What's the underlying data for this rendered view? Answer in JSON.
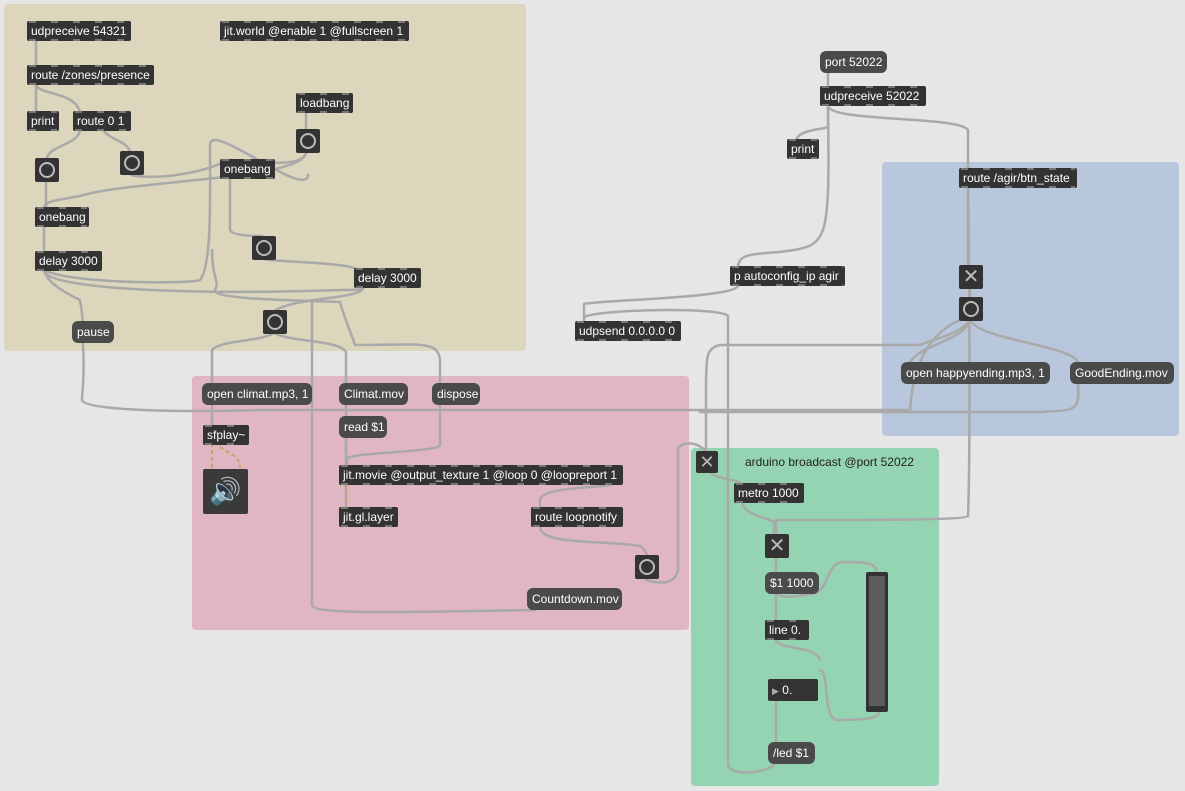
{
  "colors": {
    "panel_presence": "#dcd6bc",
    "panel_movie": "#e0b6c3",
    "panel_button": "#b8c7dc",
    "panel_arduino": "#95d4b3",
    "patch_cord": "#a9a9a9"
  },
  "objects": {
    "udpreceive_54321": "udpreceive 54321",
    "jit_world": "jit.world @enable 1 @fullscreen 1",
    "route_presence": "route /zones/presence",
    "print_1": "print",
    "route_01": "route 0 1",
    "loadbang": "loadbang",
    "onebang_1": "onebang",
    "onebang_2": "onebang",
    "delay_1": "delay 3000",
    "delay_2": "delay 3000",
    "sfplay": "sfplay~",
    "jit_movie": "jit.movie @output_texture 1 @loop 0 @loopreport 1",
    "jit_gl_layer": "jit.gl.layer",
    "route_loopnotify": "route loopnotify",
    "udpreceive_52022": "udpreceive 52022",
    "print_2": "print",
    "p_autoconfig": "p autoconfig_ip agir",
    "udpsend": "udpsend 0.0.0.0 0",
    "route_btn_state": "route /agir/btn_state",
    "metro": "metro 1000",
    "line": "line 0."
  },
  "messages": {
    "pause": "pause",
    "open_climat": "open climat.mp3, 1",
    "climat_mov": "Climat.mov",
    "dispose": "dispose",
    "read": "read $1",
    "countdown": "Countdown.mov",
    "port": "port 52022",
    "open_happyending": "open happyending.mp3, 1",
    "good_ending": "GoodEnding.mov",
    "ramp": "$1 1000",
    "led": "/led $1"
  },
  "comment_arduino": "arduino broadcast @port 52022",
  "number_box_value": "0.",
  "toggle_glyph": "✕",
  "icons": {
    "speaker": "🔊",
    "number_arrow": "▶"
  },
  "slider_level_fraction": 0.0
}
